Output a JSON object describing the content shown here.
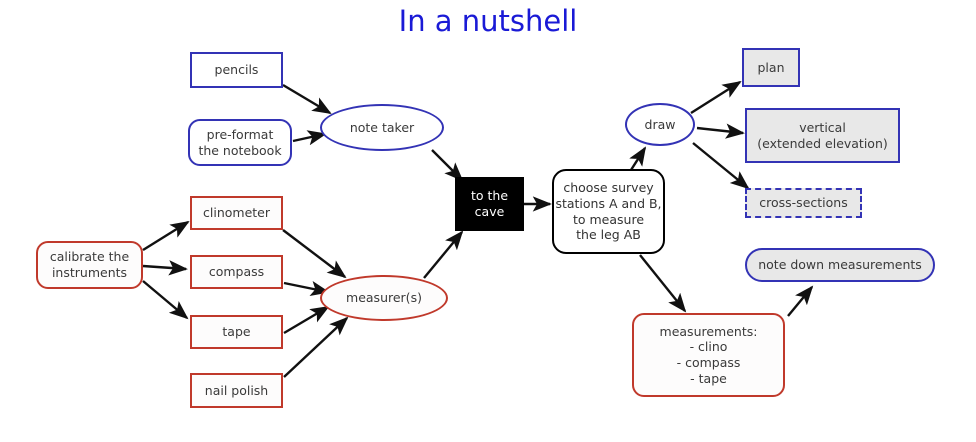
{
  "title": "In a nutshell",
  "colors": {
    "title": "#1a1ad6",
    "blue_border": "#3333b5",
    "red_border": "#c0392b",
    "black_fill": "#000000",
    "gray_fill": "#e8e8e8",
    "text": "#3a3a3a"
  },
  "nodes": {
    "pencils": "pencils",
    "preformat": "pre-format\nthe notebook",
    "note_taker": "note taker",
    "calibrate": "calibrate the\ninstruments",
    "clinometer": "clinometer",
    "compass": "compass",
    "tape": "tape",
    "nail_polish": "nail polish",
    "measurers": "measurer(s)",
    "to_the_cave": "to the\ncave",
    "choose_survey": "choose survey\nstations A and B,\nto measure\nthe leg AB",
    "draw": "draw",
    "plan": "plan",
    "vertical": "vertical\n(extended elevation)",
    "cross_sections": "cross-sections",
    "measurements": "measurements:\n- clino\n- compass\n- tape",
    "note_down": "note down measurements"
  },
  "edges": [
    {
      "from": "pencils",
      "to": "note-taker"
    },
    {
      "from": "preformat",
      "to": "note-taker"
    },
    {
      "from": "note-taker",
      "to": "to-the-cave"
    },
    {
      "from": "calibrate",
      "to": "clinometer"
    },
    {
      "from": "calibrate",
      "to": "compass"
    },
    {
      "from": "calibrate",
      "to": "tape"
    },
    {
      "from": "clinometer",
      "to": "measurers"
    },
    {
      "from": "compass",
      "to": "measurers"
    },
    {
      "from": "tape",
      "to": "measurers"
    },
    {
      "from": "nail-polish",
      "to": "measurers"
    },
    {
      "from": "measurers",
      "to": "to-the-cave"
    },
    {
      "from": "to-the-cave",
      "to": "choose-survey"
    },
    {
      "from": "choose-survey",
      "to": "draw"
    },
    {
      "from": "choose-survey",
      "to": "measurements"
    },
    {
      "from": "draw",
      "to": "plan"
    },
    {
      "from": "draw",
      "to": "vertical"
    },
    {
      "from": "draw",
      "to": "cross-sections"
    },
    {
      "from": "measurements",
      "to": "note-down"
    }
  ]
}
